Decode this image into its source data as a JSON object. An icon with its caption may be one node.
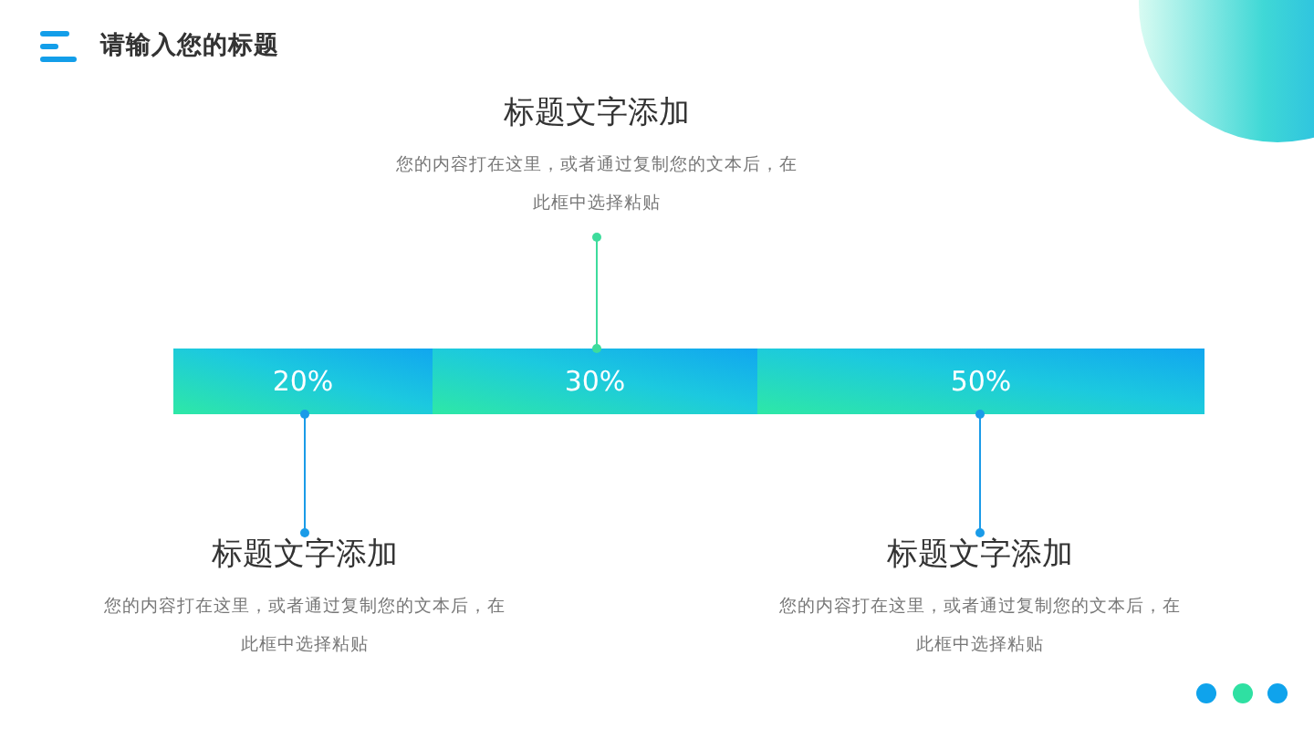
{
  "diagram": {
    "title": "请输入您的标题",
    "nodes": [
      {
        "text": [
          "标题文字添加",
          "您的内容打在这里，或者通过复制您的文本后，在此框中选择粘贴"
        ]
      },
      {
        "text": [
          "20%"
        ]
      },
      {
        "text": [
          "30%"
        ]
      },
      {
        "text": [
          "50%"
        ]
      },
      {
        "text": [
          "标题文字添加",
          "您的内容打在这里，或者通过复制您的文本后，在此框中选择粘贴"
        ]
      },
      {
        "text": [
          "标题文字添加",
          "您的内容打在这里，或者通过复制您的文本后，在此框中选择粘贴"
        ]
      }
    ],
    "edges": [
      {
        "from": 0,
        "to": 2,
        "arrow": "other",
        "color": "#3ddc9c"
      },
      {
        "from": 1,
        "to": 4,
        "arrow": "other"
      },
      {
        "from": 3,
        "to": 5,
        "arrow": "other"
      }
    ]
  }
}
